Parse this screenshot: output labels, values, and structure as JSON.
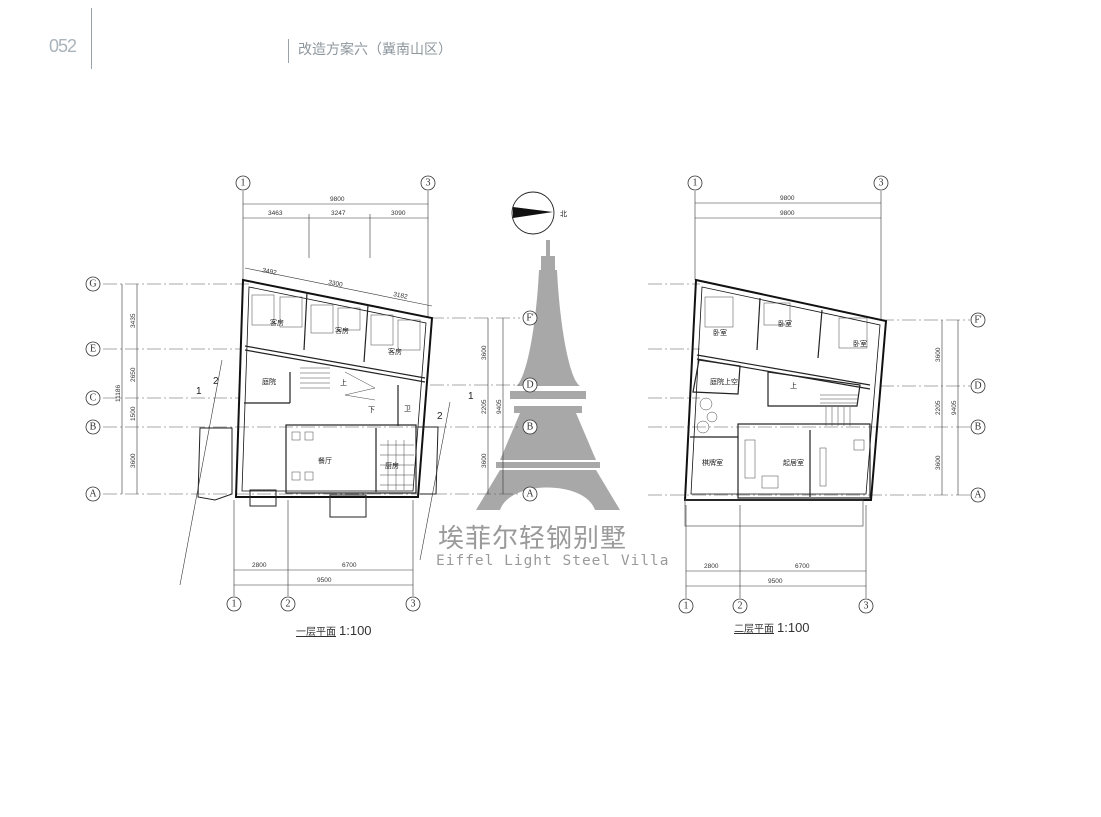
{
  "header": {
    "page_number": "052",
    "chapter_title": "改造方案六（冀南山区）"
  },
  "compass": {
    "north_label": "北"
  },
  "watermark": {
    "cn": "埃菲尔轻钢别墅",
    "en": "Eiffel Light Steel Villa",
    "color": "#9a9a9a"
  },
  "plan1": {
    "title": "一层平面",
    "scale": "1:100",
    "top_dims": {
      "total": "9800",
      "parts": [
        "3463",
        "3247",
        "3090"
      ],
      "wall_parts": [
        "3492",
        "3300",
        "3182"
      ]
    },
    "left_dims": {
      "total": "11186",
      "parts": [
        "3435",
        "2650",
        "1500",
        "3600"
      ]
    },
    "right_dims": {
      "total": "9405",
      "parts": [
        "3600",
        "2205",
        "3600"
      ]
    },
    "bottom_dims": {
      "total": "9500",
      "parts": [
        "2800",
        "6700"
      ]
    },
    "axes": {
      "top": [
        "1",
        "3"
      ],
      "bottom": [
        "1",
        "2",
        "3"
      ],
      "left": [
        "G",
        "E",
        "C",
        "B",
        "A"
      ],
      "right": [
        "F'",
        "D",
        "B",
        "A"
      ]
    },
    "section_marks": [
      "1",
      "2",
      "1",
      "2"
    ],
    "rooms": [
      "客房",
      "客房",
      "客房",
      "庭院",
      "餐厅",
      "厨房",
      "卫",
      "上",
      "下"
    ]
  },
  "plan2": {
    "title": "二层平面",
    "scale": "1:100",
    "top_dims": {
      "total": "9800",
      "parts": [
        "9800"
      ]
    },
    "right_dims": {
      "total": "9405",
      "parts": [
        "3600",
        "2205",
        "3600"
      ]
    },
    "bottom_dims": {
      "total": "9500",
      "parts": [
        "2800",
        "6700"
      ]
    },
    "axes": {
      "top": [
        "1",
        "3"
      ],
      "bottom": [
        "1",
        "2",
        "3"
      ],
      "right": [
        "F'",
        "D",
        "B",
        "A"
      ]
    },
    "rooms": [
      "卧室",
      "卧室",
      "卧室",
      "庭院上空",
      "棋牌室",
      "起居室",
      "上"
    ]
  }
}
